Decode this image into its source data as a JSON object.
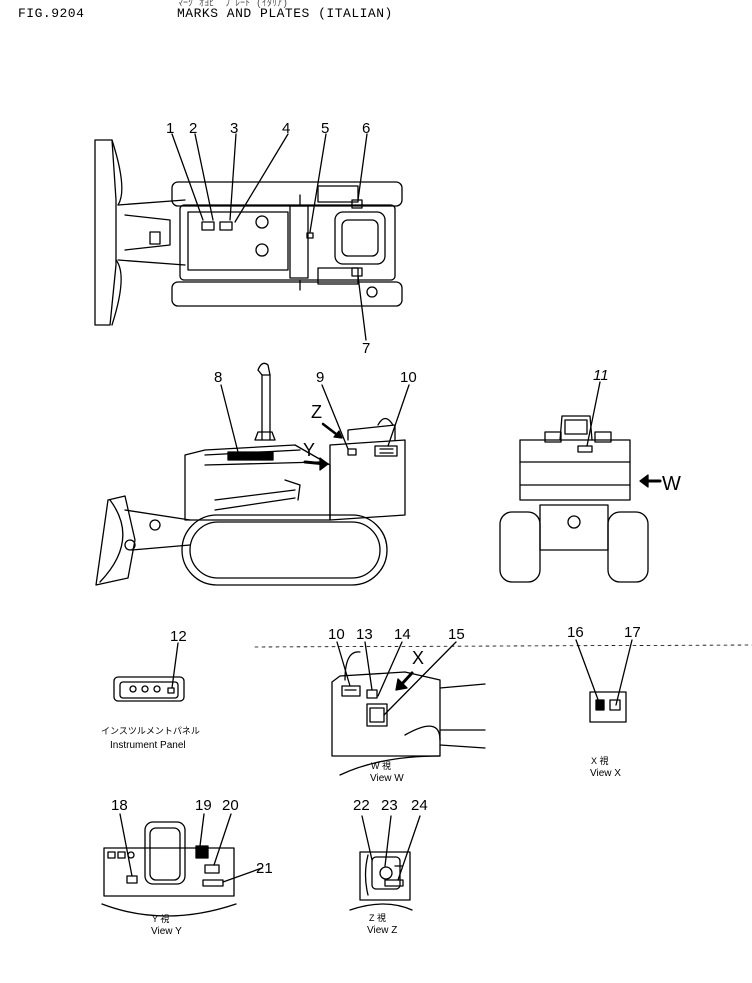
{
  "header": {
    "figure_no": "FIG.9204",
    "title": "MARKS AND PLATES (ITALIAN)",
    "title_jp": "ﾏｰｸ ｵﾖﾋﾞ ﾌﾟﾚｰﾄ (ｲﾀﾘｱ)"
  },
  "callouts": [
    "1",
    "2",
    "3",
    "4",
    "5",
    "6",
    "7",
    "8",
    "9",
    "10",
    "11",
    "12",
    "13",
    "14",
    "15",
    "16",
    "17",
    "18",
    "19",
    "20",
    "21",
    "22",
    "23",
    "24"
  ],
  "view_arrows": {
    "z": "Z",
    "y": "Y",
    "w": "W",
    "x": "X"
  },
  "captions": {
    "instrument_panel_jp": "インスツルメントパネル",
    "instrument_panel": "Instrument Panel",
    "view_w_jp": "W  視",
    "view_w": "View W",
    "view_x_jp": "X  視",
    "view_x": "View X",
    "view_y_jp": "Y  視",
    "view_y": "View Y",
    "view_z_jp": "Z  視",
    "view_z": "View Z"
  }
}
